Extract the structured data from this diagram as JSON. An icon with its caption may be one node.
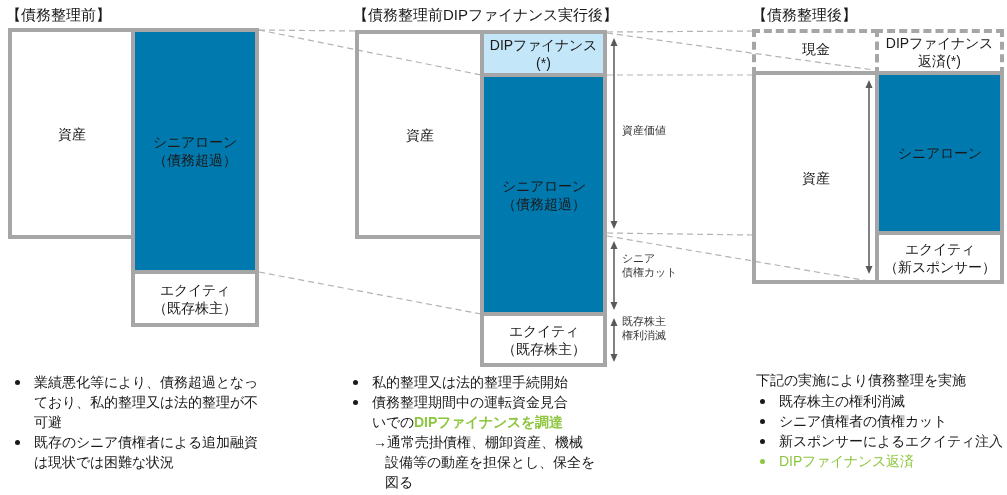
{
  "diagram": {
    "nodes": [
      {
        "text": [
          "資産"
        ]
      },
      {
        "text": [
          "シニアローン（債務超過）"
        ]
      },
      {
        "text": [
          "エクイティ（既存株主）"
        ]
      },
      {
        "text": [
          "資産"
        ]
      },
      {
        "text": [
          "DIPファイナンス(*)"
        ]
      },
      {
        "text": [
          "シニアローン（債務超過）"
        ]
      },
      {
        "text": [
          "エクイティ（既存株主）"
        ]
      },
      {
        "text": [
          "現金"
        ]
      },
      {
        "text": [
          "DIPファイナンス返済(*)"
        ]
      },
      {
        "text": [
          "資産"
        ]
      },
      {
        "text": [
          "シニアローン"
        ]
      },
      {
        "text": [
          "エクイティ（新スポンサー）"
        ]
      }
    ],
    "edges": [
      {
        "from": 1,
        "to": 3,
        "arrow": "none",
        "style": "dashed"
      },
      {
        "from": 1,
        "to": 3,
        "arrow": "none",
        "style": "dashed"
      },
      {
        "from": 2,
        "to": 6,
        "arrow": "none",
        "style": "dashed"
      },
      {
        "from": 4,
        "to": 7,
        "arrow": "none",
        "style": "dashed"
      },
      {
        "from": 4,
        "to": 7,
        "arrow": "none",
        "style": "dashed"
      },
      {
        "from": 5,
        "to": 9,
        "arrow": "none",
        "style": "dashed"
      },
      {
        "from": 5,
        "to": 9,
        "arrow": "none",
        "style": "dashed"
      },
      {
        "from": 5,
        "to": 9,
        "arrow": "none",
        "style": "dashed"
      }
    ],
    "labels": [
      "【債務整理前】",
      "【債務整理前DIPファイナンス実行後】",
      "【債務整理後】",
      "資産価値",
      "シニア債権カット",
      "既存株主権利消滅",
      "業績悪化等により、債務超過となっており、私的整理又は法的整理が不可避",
      "既存のシニア債権者による追加融資は現状では困難な状況",
      "私的整理又は法的整理手続開始",
      "債務整理期間中の運転資金見合いでの**DIPファイナンスを調達**",
      "→通常売掛債権、棚卸資産、機械設備等の動産を担保とし、保全を図る",
      "下記の実施により債務整理を実施",
      "既存株主の権利消滅",
      "シニア債権者の債権カット",
      "新スポンサーによるエクイティ注入",
      "DIPファイナンス返済"
    ]
  }
}
